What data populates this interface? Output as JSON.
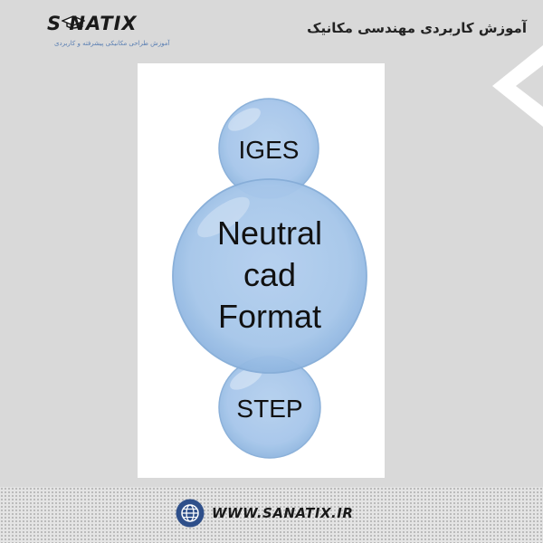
{
  "header": {
    "logo_text": "S NATIX",
    "logo_tagline": "آموزش طراحی مکانیکی پیشرفته و کاربردی",
    "title": "آموزش کاربردی مهندسی مکانیک"
  },
  "diagram": {
    "top_bubble": "IGES",
    "center_bubble": [
      "Neutral",
      "cad",
      "Format"
    ],
    "bottom_bubble": "STEP"
  },
  "footer": {
    "website": "WWW.SANATIX.IR"
  },
  "colors": {
    "background": "#d9d9d9",
    "card": "#ffffff",
    "bubble_fill": "#a9c8ea",
    "bubble_edge": "#7fa9d6",
    "globe": "#2e4f8a"
  }
}
